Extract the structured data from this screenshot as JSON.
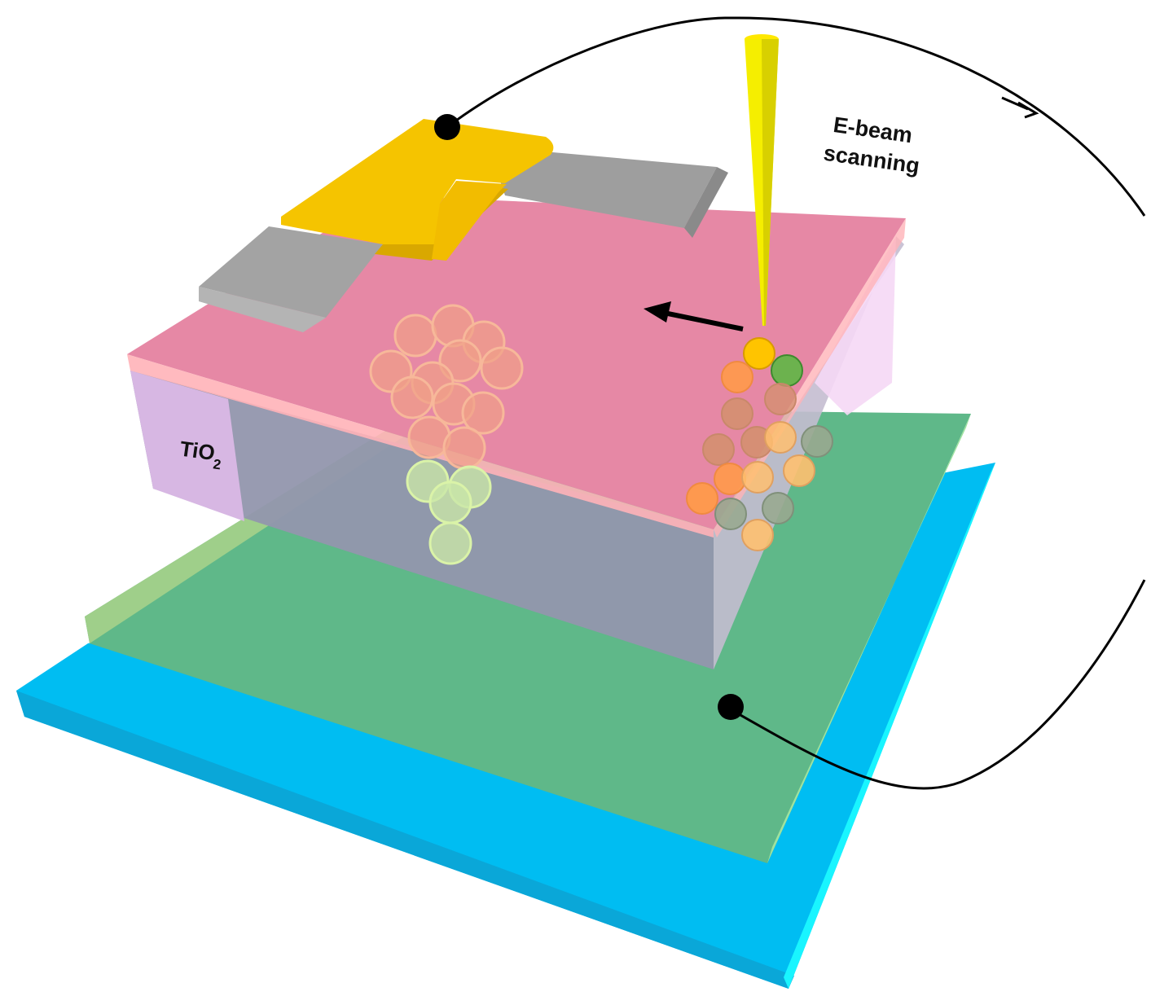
{
  "labels": {
    "beam_line1": "E-beam",
    "beam_line2": "scanning",
    "material": "TiO",
    "material_sub": "2"
  },
  "colors": {
    "substrate_blue": "#00bdf2",
    "substrate_edge": "#19f5ff",
    "bottom_electrode_green": "#5fb889",
    "bottom_electrode_edge": "#9fe29f",
    "tio2_side": "#d7b7e3",
    "tio2_body": "#9296ad",
    "top_layer_pink": "#e688a5",
    "top_layer_edge": "#ffb3b8",
    "gold_electrode": "#f5c400",
    "gray_pad": "#a3a3a3",
    "beam_yellow": "#f5ee00",
    "wire": "#000000"
  },
  "elements": {
    "layers": [
      "substrate",
      "bottom-electrode",
      "TiO2-layer",
      "top-oxide-layer"
    ],
    "top_electrode": "gold bridge contact on gray pads",
    "beam": "electron beam probe tip",
    "scan_direction": "arrow pointing left",
    "filaments": [
      "conductive filament (left, faded)",
      "filament being formed (right, under beam)"
    ]
  }
}
